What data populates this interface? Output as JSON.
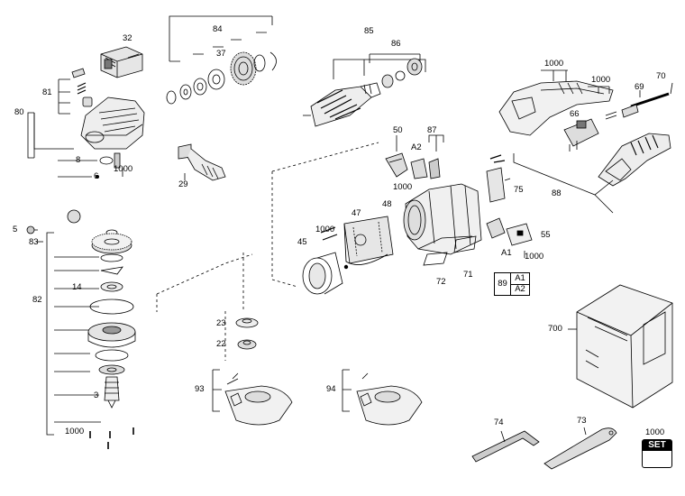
{
  "diagram": {
    "labels": {
      "p32": "32",
      "p84": "84",
      "p37": "37",
      "p85": "85",
      "p86": "86",
      "p1000_top": "1000",
      "p70": "70",
      "p1000_b": "1000",
      "p69": "69",
      "p66": "66",
      "p81": "81",
      "p80": "80",
      "p8": "8",
      "p1000_c": "1000",
      "p6": "6",
      "p29": "29",
      "p50": "50",
      "p87": "87",
      "pA2_top": "A2",
      "p1000_d": "1000",
      "p75": "75",
      "p88": "88",
      "p5": "5",
      "p83": "83",
      "p48": "48",
      "p47": "47",
      "p1000_e": "1000",
      "p45": "45",
      "p55": "55",
      "pA1": "A1",
      "p1000_f": "1000",
      "p72": "72",
      "p71": "71",
      "p82": "82",
      "p14": "14",
      "p23": "23",
      "p22": "22",
      "p700": "700",
      "p93": "93",
      "p94": "94",
      "p3": "3",
      "p74": "74",
      "p73": "73",
      "p1000_g": "1000",
      "p1000_set": "1000"
    },
    "table89": {
      "id": "89",
      "row1": "A1",
      "row2": "A2"
    },
    "set_badge": "SET"
  }
}
